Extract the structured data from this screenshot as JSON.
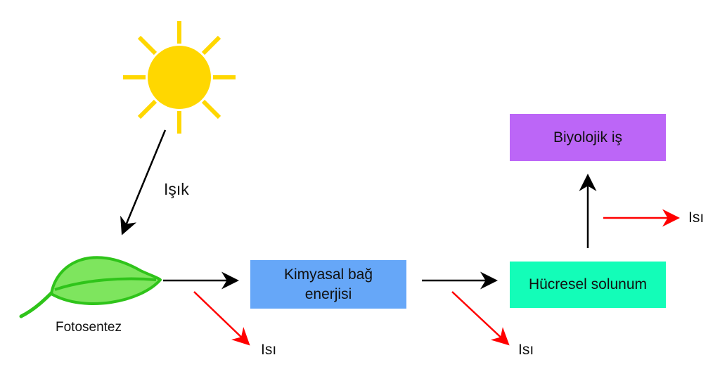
{
  "labels": {
    "light": "Işık",
    "photosynthesis": "Fotosentez",
    "heat_1": "Isı",
    "heat_2": "Isı",
    "heat_3": "Isı"
  },
  "boxes": {
    "chemical_bond_energy": {
      "line1": "Kimyasal bağ",
      "line2": "enerjisi",
      "color": "#66a7f8"
    },
    "cellular_respiration": {
      "text": "Hücresel solunum",
      "color": "#13fdb8"
    },
    "biological_work": {
      "text": "Biyolojik iş",
      "color": "#bc66f7"
    }
  },
  "icons": {
    "sun": {
      "name": "sun-icon",
      "color": "#ffd700"
    },
    "leaf": {
      "name": "leaf-icon",
      "fill": "#7ee55e",
      "stroke": "#2fc41a"
    }
  },
  "colors": {
    "energy_arrow": "#000000",
    "heat_arrow": "#ff0000"
  }
}
